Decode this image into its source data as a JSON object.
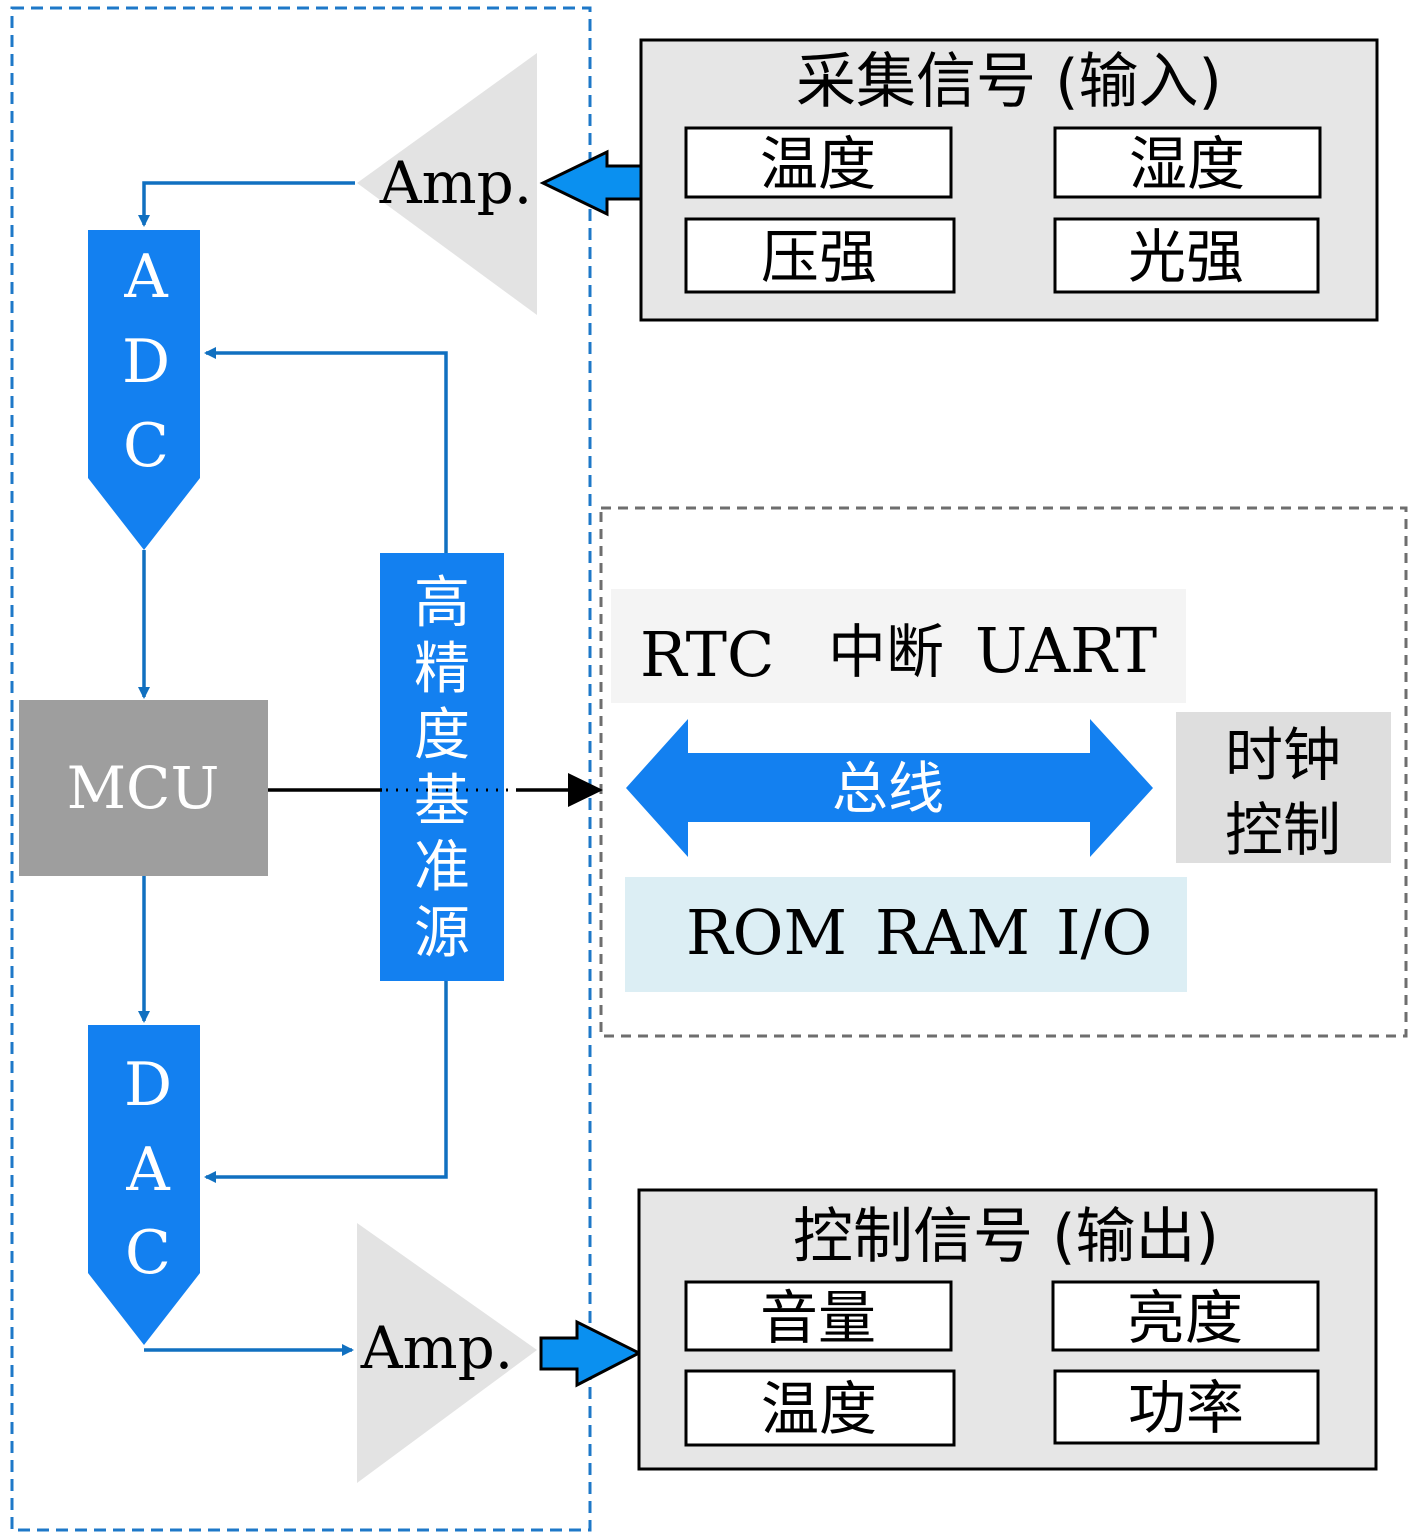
{
  "colors": {
    "blue_block": "#1380F0",
    "arrow_line": "#1170C0",
    "mcu_gray": "#9E9E9E",
    "amp_gray": "#E3E3E3",
    "panel_gray": "#E6E6E6",
    "peripheral_bg": "#F4F4F4",
    "memory_bg": "#DCEEF4",
    "clock_bg": "#DEDEDE",
    "dashed_blue": "#1E78C8",
    "dashed_gray": "#6E6E6E"
  },
  "input_panel": {
    "title": "采集信号 (输入)",
    "items": [
      "温度",
      "湿度",
      "压强",
      "光强"
    ]
  },
  "output_panel": {
    "title": "控制信号 (输出)",
    "items": [
      "音量",
      "亮度",
      "温度",
      "功率"
    ]
  },
  "amp_input": {
    "label": "Amp."
  },
  "amp_output": {
    "label": "Amp."
  },
  "adc": {
    "letters": [
      "A",
      "D",
      "C"
    ]
  },
  "dac": {
    "letters": [
      "D",
      "A",
      "C"
    ]
  },
  "mcu": {
    "label": "MCU"
  },
  "reference": {
    "chars": [
      "高",
      "精",
      "度",
      "基",
      "准",
      "源"
    ]
  },
  "peripherals": {
    "rtc": "RTC",
    "interrupt": "中断",
    "uart": "UART",
    "bus": "总线",
    "clock_control": [
      "时钟",
      "控制"
    ],
    "rom": "ROM",
    "ram": "RAM",
    "io": "I/O"
  }
}
